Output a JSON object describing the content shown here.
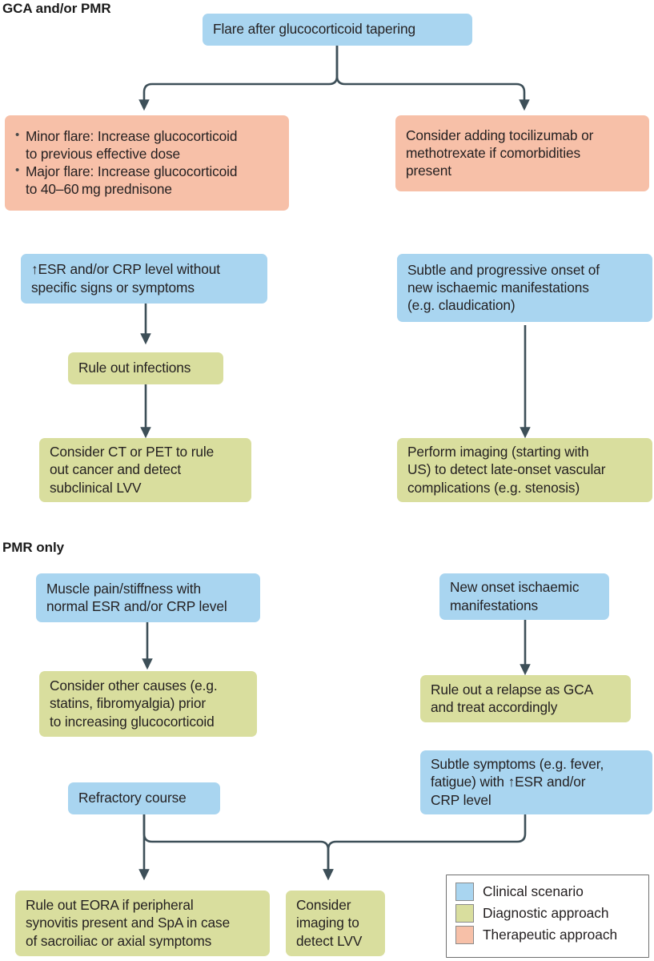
{
  "figure": {
    "sections": [
      {
        "id": "gca-pmr",
        "title": "GCA and/or PMR"
      },
      {
        "id": "pmr-only",
        "title": "PMR only"
      }
    ]
  },
  "nodes": {
    "flare": {
      "label": "Flare after glucocorticoid tapering",
      "type": "clinical",
      "lines": [
        "Flare after glucocorticoid tapering"
      ]
    },
    "flare_treatment": {
      "type": "therapeutic",
      "bullets": [
        [
          "Minor flare: Increase glucocorticoid",
          "to previous effective dose"
        ],
        [
          "Major flare: Increase glucocorticoid",
          "to 40–60 mg prednisone"
        ]
      ]
    },
    "add_tocilizumab": {
      "type": "therapeutic",
      "lines": [
        "Consider adding tocilizumab or",
        "methotrexate if comorbidities",
        "present"
      ]
    },
    "raised_esr_crp": {
      "type": "clinical",
      "lines": [
        "↑ESR and/or CRP level without",
        "specific signs or symptoms"
      ]
    },
    "rule_out_infections": {
      "type": "diagnostic",
      "lines": [
        "Rule out infections"
      ]
    },
    "ct_or_pet": {
      "type": "diagnostic",
      "lines": [
        "Consider CT or PET to rule",
        "out cancer and detect",
        "subclinical LVV"
      ]
    },
    "subtle_progressive": {
      "type": "clinical",
      "lines": [
        "Subtle and progressive onset of",
        "new ischaemic manifestations",
        "(e.g. claudication)"
      ]
    },
    "perform_imaging": {
      "type": "diagnostic",
      "lines": [
        "Perform imaging (starting with",
        "US) to detect late-onset vascular",
        "complications (e.g. stenosis)"
      ]
    },
    "muscle_pain": {
      "type": "clinical",
      "lines": [
        "Muscle pain/stiffness with",
        "normal ESR and/or CRP level"
      ]
    },
    "other_causes": {
      "type": "diagnostic",
      "lines": [
        "Consider other causes (e.g.",
        "statins, fibromyalgia) prior",
        "to increasing glucocorticoid"
      ]
    },
    "new_onset_ischaemic": {
      "type": "clinical",
      "lines": [
        "New onset ischaemic",
        "manifestations"
      ]
    },
    "rule_out_relapse": {
      "type": "diagnostic",
      "lines": [
        "Rule out a relapse as GCA",
        "and treat accordingly"
      ]
    },
    "subtle_symptoms": {
      "type": "clinical",
      "lines": [
        "Subtle symptoms (e.g. fever,",
        "fatigue) with ↑ESR and/or",
        "CRP level"
      ]
    },
    "refractory_course": {
      "type": "clinical",
      "lines": [
        "Refractory course"
      ]
    },
    "rule_out_eora": {
      "type": "diagnostic",
      "lines": [
        "Rule out EORA if peripheral",
        "synovitis present and SpA in case",
        "of sacroiliac or axial symptoms"
      ]
    },
    "consider_imaging_lvv": {
      "type": "diagnostic",
      "lines": [
        "Consider",
        "imaging to",
        "detect LVV"
      ]
    }
  },
  "legend": {
    "items": [
      {
        "label": "Clinical scenario",
        "color": "#a9d5f0"
      },
      {
        "label": "Diagnostic approach",
        "color": "#d9de9e"
      },
      {
        "label": "Therapeutic approach",
        "color": "#f7c0a8"
      }
    ]
  },
  "colors": {
    "clinical": "#a9d5f0",
    "diagnostic": "#d9de9e",
    "therapeutic": "#f7c0a8",
    "connector": "#3d4f58",
    "text": "#231f20"
  }
}
